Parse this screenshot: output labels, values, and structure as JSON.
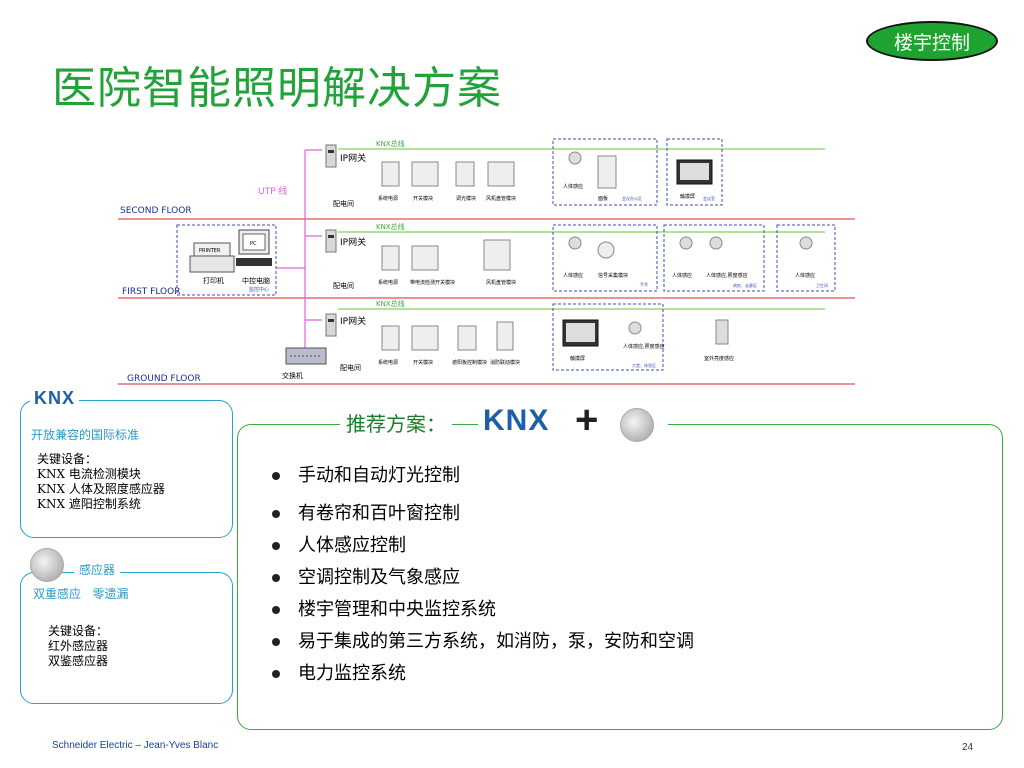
{
  "title": "医院智能照明解决方案",
  "badge": "楼宇控制",
  "diagram": {
    "floors": [
      "SECOND FLOOR",
      "FIRST FLOOR",
      "GROUND FLOOR"
    ],
    "bus_label": "KNX总线",
    "ip_gateway": "IP网关",
    "distribution_room": "配电间",
    "utp": "UTP  线",
    "printer_text": "PRINTER",
    "pc_text": "PC",
    "printer_label": "打印机",
    "control_pc_label": "中控电脑",
    "control_center": "监控中心",
    "switch_label": "交换机",
    "second": {
      "modules": [
        "系统电源",
        "开关模块",
        "调光模块",
        "风机盘管模块"
      ],
      "room_labels": [
        "人体感应",
        "面板",
        "触摸屏"
      ],
      "room_notes": [
        "会议办公区",
        "会议室"
      ]
    },
    "first": {
      "modules": [
        "系统电源",
        "带电流检测开关模块",
        "风机盘管模块"
      ],
      "room_labels": [
        "人体感应",
        "信号采集模块",
        "人体感应",
        "人体感应,照度感应",
        "人体感应"
      ],
      "room_notes": [
        "手术",
        "病房、走廊区",
        "卫生间"
      ]
    },
    "ground": {
      "modules": [
        "系统电源",
        "开关模块",
        "遮阳板控制模块",
        "消防联动模块"
      ],
      "room_labels": [
        "触摸屏",
        "人体感应,照度感应",
        "室外亮度感应"
      ],
      "room_notes": [
        "大堂、休息区"
      ]
    }
  },
  "knx_panel": {
    "logo": "KNX",
    "subtitle": "开放兼容的国际标准",
    "key_lines": [
      "关键设备：",
      "KNX 电流检测模块",
      "KNX 人体及照度感应器",
      "KNX 遮阳控制系统"
    ]
  },
  "sensor_panel": {
    "title": "感应器",
    "subtitle": "双重感应   零遗漏",
    "key_lines": [
      "关键设备：",
      "红外感应器",
      "双鉴感应器"
    ]
  },
  "recommend": {
    "title": "推荐方案：",
    "logo": "KNX",
    "plus": "+",
    "bullets": [
      "手动和自动灯光控制",
      "有卷帘和百叶窗控制",
      "人体感应控制",
      "空调控制及气象感应",
      "楼宇管理和中央监控系统",
      "易于集成的第三方系统，如消防，泵，安防和空调",
      "电力监控系统"
    ]
  },
  "footer": {
    "left": "Schneider Electric – Jean-Yves Blanc",
    "page": "24"
  },
  "colors": {
    "title_green": "#22a33a",
    "badge_green": "#1ea330",
    "floor_red": "#e05050",
    "bus_green": "#7ed65a",
    "dashed_blue": "#3b4fb8",
    "utp_pink": "#e060e0"
  }
}
